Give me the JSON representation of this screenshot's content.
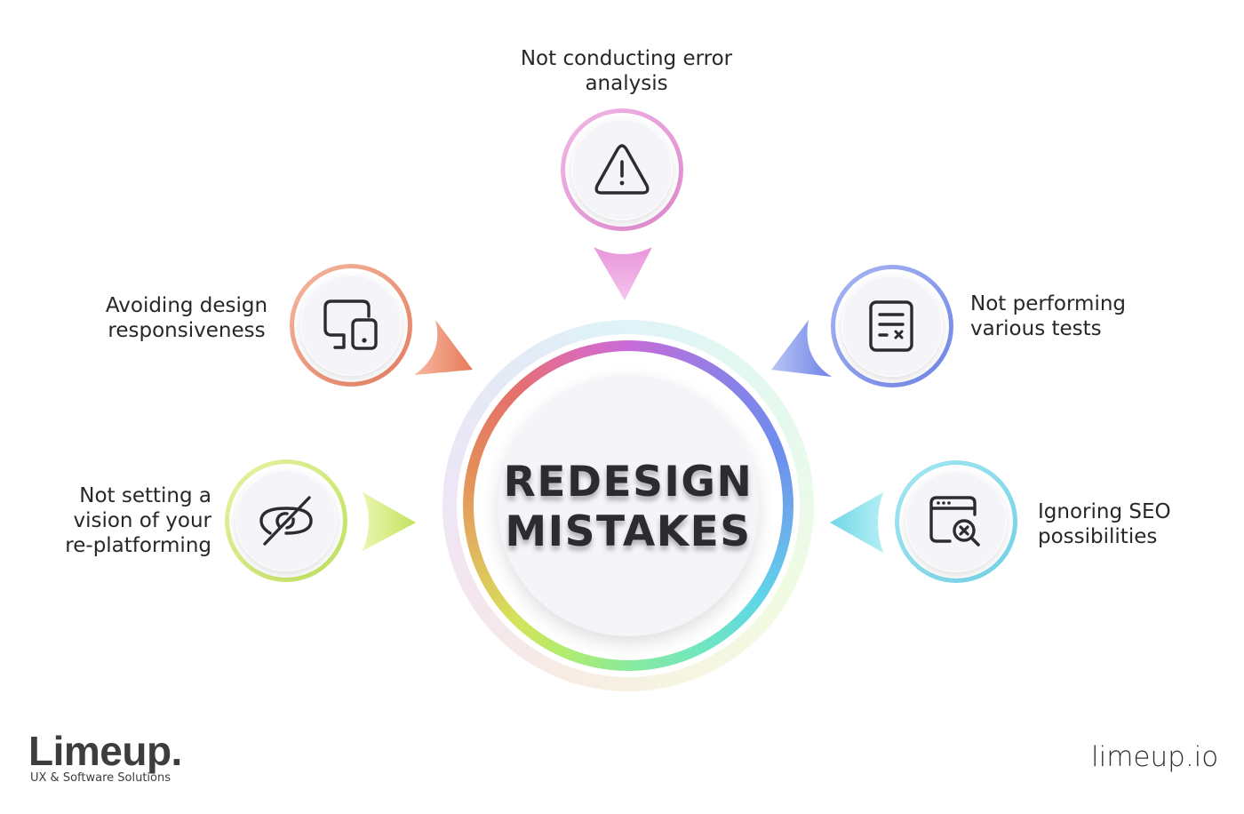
{
  "center": {
    "title": "REDESIGN\nMISTAKES"
  },
  "items": [
    {
      "id": "error-analysis",
      "label": "Not conducting error\nanalysis",
      "icon": "warning-triangle-icon",
      "color": "#e694d4"
    },
    {
      "id": "responsiveness",
      "label": "Avoiding design\nresponsiveness",
      "icon": "responsive-devices-icon",
      "color": "#e98a70"
    },
    {
      "id": "tests",
      "label": "Not performing\nvarious tests",
      "icon": "test-document-icon",
      "color": "#7f93ea"
    },
    {
      "id": "vision",
      "label": "Not setting a\nvision of your\nre-platforming",
      "icon": "eye-off-icon",
      "color": "#c8e36a"
    },
    {
      "id": "seo",
      "label": "Ignoring SEO\npossibilities",
      "icon": "browser-search-error-icon",
      "color": "#7dd8e8"
    }
  ],
  "footer": {
    "brand": "Limeup.",
    "tagline": "UX & Software Solutions",
    "site": "limeup.io"
  }
}
